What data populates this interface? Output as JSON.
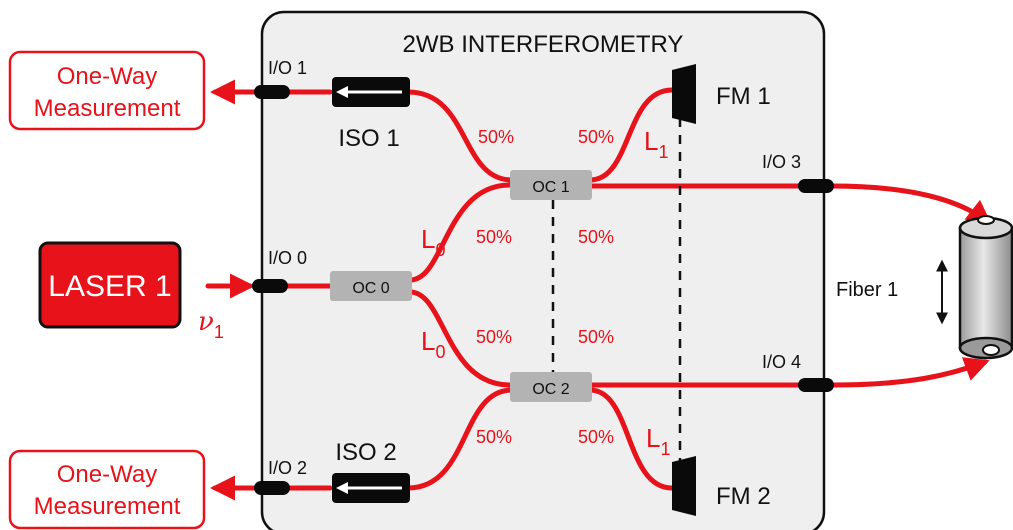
{
  "title": "2WB INTERFEROMETRY",
  "colors": {
    "fiber": "#e8121a",
    "box_bg": "#efefef",
    "coupler": "#b3b3b3",
    "component": "#0a0a0a",
    "laser_fill": "#e8121a",
    "text_red": "#e8121a"
  },
  "laser": {
    "label": "LASER 1",
    "freq_symbol": "ν",
    "freq_sub": "1"
  },
  "outputs": {
    "top": [
      "One-Way",
      "Measurement"
    ],
    "bottom": [
      "One-Way",
      "Measurement"
    ]
  },
  "ports": {
    "io0": "I/O 0",
    "io1": "I/O 1",
    "io2": "I/O 2",
    "io3": "I/O 3",
    "io4": "I/O 4"
  },
  "isolators": {
    "iso1": "ISO 1",
    "iso2": "ISO 2"
  },
  "couplers": {
    "oc0": "OC 0",
    "oc1": "OC 1",
    "oc2": "OC 2"
  },
  "mirrors": {
    "fm1": "FM 1",
    "fm2": "FM 2"
  },
  "ratios": {
    "oc1_in_top": "50%",
    "oc1_in_bottom": "50%",
    "oc1_out_top": "50%",
    "oc1_out_bottom": "50%",
    "oc2_in_top": "50%",
    "oc2_in_bottom": "50%",
    "oc2_out_top": "50%",
    "oc2_out_bottom": "50%"
  },
  "lengths": {
    "l0_top": [
      "L",
      "0"
    ],
    "l0_bottom": [
      "L",
      "0"
    ],
    "l1_top": [
      "L",
      "1"
    ],
    "l1_bottom": [
      "L",
      "1"
    ]
  },
  "fiber_spool": {
    "label": "Fiber 1"
  }
}
